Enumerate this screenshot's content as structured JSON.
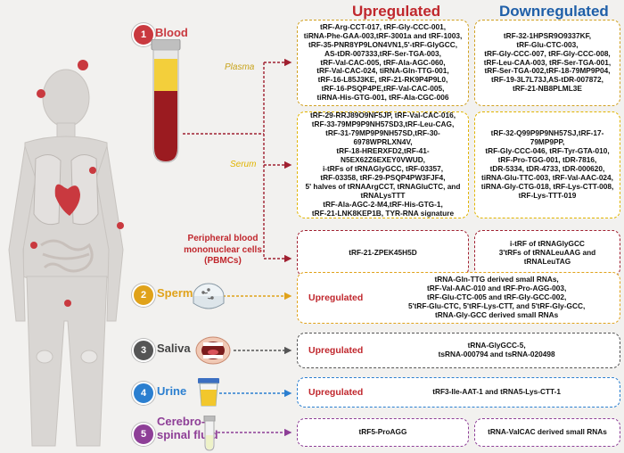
{
  "headers": {
    "up": "Upregulated",
    "down": "Downregulated"
  },
  "colors": {
    "up": "#c0272d",
    "down": "#1f5fa8",
    "plasma": "#c8a31a",
    "serum": "#e1b400",
    "sperm": "#e0a21a",
    "saliva": "#555555",
    "urine": "#2b7fd0",
    "csf": "#8e3f97",
    "pbmc": "#a02030"
  },
  "sections": {
    "blood": {
      "num": "1",
      "label": "Blood"
    },
    "sperm": {
      "num": "2",
      "label": "Sperm"
    },
    "saliva": {
      "num": "3",
      "label": "Saliva"
    },
    "urine": {
      "num": "4",
      "label": "Urine"
    },
    "csf": {
      "num": "5",
      "label_1": "Cerebro-",
      "label_2": "spinal fluid"
    }
  },
  "sublabels": {
    "plasma": "Plasma",
    "serum": "Serum",
    "pbmc_1": "Peripheral blood",
    "pbmc_2": "mononuclear cells",
    "pbmc_3": "(PBMCs)"
  },
  "plasma": {
    "up": [
      "tRF-Arg-CCT-017,    tRF-Gly-CCC-001,",
      "tiRNA-Phe-GAA-003,tRF-3001a and tRF-1003,",
      "tRF-35-PNR8YP9LON4VN1,5'-tRF-GlyGCC,",
      "AS-tDR-007333,tRF-Ser-TGA-003,",
      "tRF-Val-CAC-005,  tRF-Ala-AGC-060,",
      "tRF-Val-CAC-024,  tiRNA-Gln-TTG-001,",
      "tRF-16-L85J3KE,  tRF-21-RK9P4P9L0,",
      "tRF-16-PSQP4PE,tRF-Val-CAC-005,",
      "tiRNA-His-GTG-001,  tRF-Ala-CGC-006"
    ],
    "down": [
      "tRF-32-1HPSR9O9337KF,",
      "tRF-Glu-CTC-003,",
      "tRF-Gly-CCC-007,  tRF-Gly-CCC-008,",
      "tRF-Leu-CAA-003,  tRF-Ser-TGA-001,",
      "tRF-Ser-TGA-002,tRF-18-79MP9P04,",
      "tRF-19-3L7L73J,AS-tDR-007872,",
      "tRF-21-NB8PLML3E"
    ]
  },
  "serum": {
    "up": [
      "tRF-29-RRJ89O9NF5JP, tRF-Val-CAC-016,",
      "tRF-33-79MP9P9NH57SD3,tRF-Leu-CAG,",
      "tRF-31-79MP9P9NH57SD,tRF-30-6978WPRLXN4V,",
      "tRF-18-HRERXFD2,tRF-41-N5EX62Z6EXEY0VWUD,",
      "i-tRFs of tRNAGlyGCC, tRF-03357,",
      "tRF-03358, tRF-29-PSQP4PW3FJF4,",
      "5' halves of tRNAArgCCT, tRNAGluCTC, and tRNALysTTT",
      "tRF-Ala-AGC-2-M4,tRF-His-GTG-1,",
      "tRF-21-LNK8KEP1B, TYR-RNA signature"
    ],
    "down": [
      "tRF-32-Q99P9P9NH57SJ,tRF-17-79MP9PP,",
      "tRF-Gly-CCC-046, tRF-Tyr-GTA-010,",
      "tRF-Pro-TGG-001, tDR-7816,",
      "tDR-5334, tDR-4733, tDR-000620,",
      "tiRNA-Glu-TTC-003, tRF-Val-AAC-024,",
      "tiRNA-Gly-CTG-018, tRF-Lys-CTT-008,",
      "tRF-Lys-TTT-019"
    ]
  },
  "pbmc": {
    "up": "tRF-21-ZPEK45H5D",
    "down_1": "i-tRF of tRNAGlyGCC",
    "down_2": "3'tRFs of tRNALeuAAG and tRNALeuTAG"
  },
  "sperm": {
    "label": "Upregulated",
    "lines": [
      "tRNA-Gln-TTG derived small RNAs,",
      "tRF-Val-AAC-010 and tRF-Pro-AGG-003,",
      "tRF-Glu-CTC-005 and tRF-Gly-GCC-002,",
      "5'tRF-Glu-CTC, 5'tRF-Lys-CTT, and 5'tRF-Gly-GCC,",
      "tRNA-Gly-GCC derived small RNAs"
    ]
  },
  "saliva": {
    "label": "Upregulated",
    "lines": [
      "tRNA-GlyGCC-5,",
      "tsRNA-000794 and tsRNA-020498"
    ]
  },
  "urine": {
    "label": "Upregulated",
    "lines": [
      "tRF3-Ile-AAT-1 and tRNA5-Lys-CTT-1"
    ]
  },
  "csf": {
    "up": "tRF5-ProAGG",
    "down": "tRNA-ValCAC derived small RNAs"
  }
}
